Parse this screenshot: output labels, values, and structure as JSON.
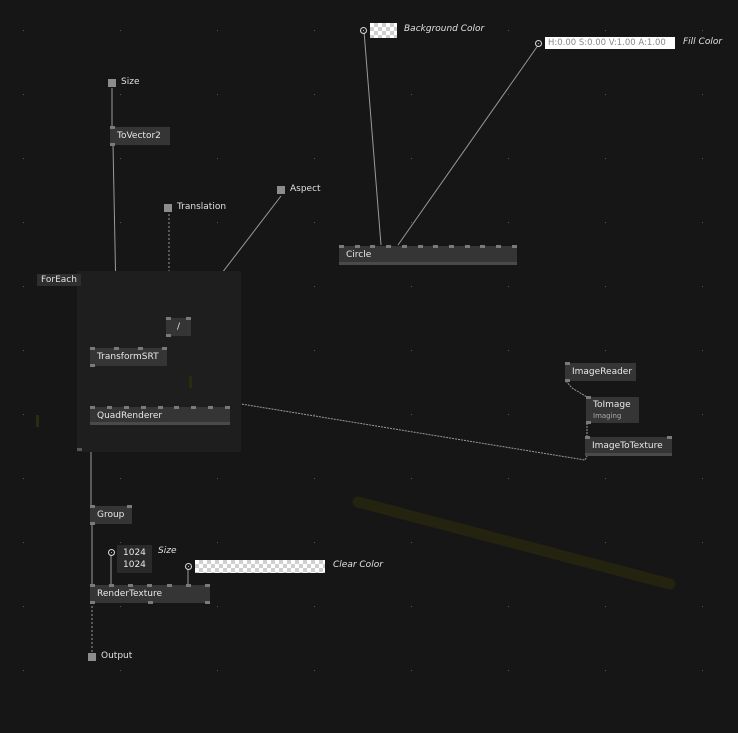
{
  "region": {
    "label": "ForEach"
  },
  "iobox_labels": {
    "size": "Size",
    "translation": "Translation",
    "aspect": "Aspect",
    "background_color": "Background Color",
    "fill_color": "Fill Color",
    "fill_color_value": "H:0.00 S:0.00 V:1.00 A:1.00",
    "render_size": "Size",
    "render_size_x": "1024",
    "render_size_y": "1024",
    "clear_color": "Clear Color",
    "output": "Output"
  },
  "nodes": {
    "tovector2": "ToVector2",
    "divide": "/",
    "transformsrt": "TransformSRT",
    "quadrenderer": "QuadRenderer",
    "circle": "Circle",
    "imagereader": "ImageReader",
    "toimage": "ToImage",
    "toimage_category": "Imaging",
    "imagetotexture": "ImageToTexture",
    "group": "Group",
    "rendertexture": "RenderTexture"
  },
  "colors": {
    "canvas": "#161616",
    "node": "#353535",
    "region": "#1e1e1e",
    "wire": "#9a9a9a",
    "highlight": "#c8941a",
    "stroke_annotation": "#23230f"
  }
}
